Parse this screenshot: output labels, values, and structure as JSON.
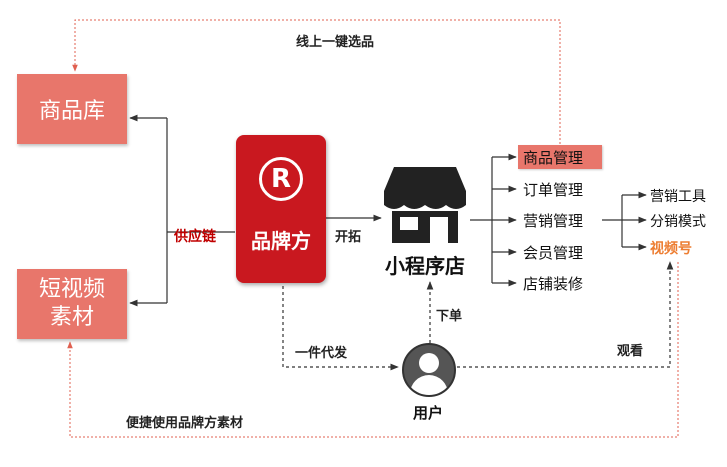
{
  "colors": {
    "accent": "#e8766b",
    "brand_red": "#c9181f",
    "supply_red": "#c00000",
    "highlight_orange": "#ed7d31",
    "dashed": "#e06050"
  },
  "library": {
    "product_library": "商品库",
    "video_line1": "短视频",
    "video_line2": "素材"
  },
  "brand": {
    "logo_letter": "R",
    "label": "品牌方"
  },
  "store": {
    "label": "小程序店",
    "icon": "storefront-icon"
  },
  "user": {
    "label": "用户",
    "icon": "user-avatar-icon"
  },
  "flows": {
    "online_select": "线上一键选品",
    "supply_chain": "供应链",
    "expand": "开拓",
    "dropship": "一件代发",
    "order": "下单",
    "watch": "观看",
    "use_material": "便捷使用品牌方素材"
  },
  "management": [
    "商品管理",
    "订单管理",
    "营销管理",
    "会员管理",
    "店铺装修"
  ],
  "marketing": [
    "营销工具",
    "分销模式",
    "视频号"
  ]
}
